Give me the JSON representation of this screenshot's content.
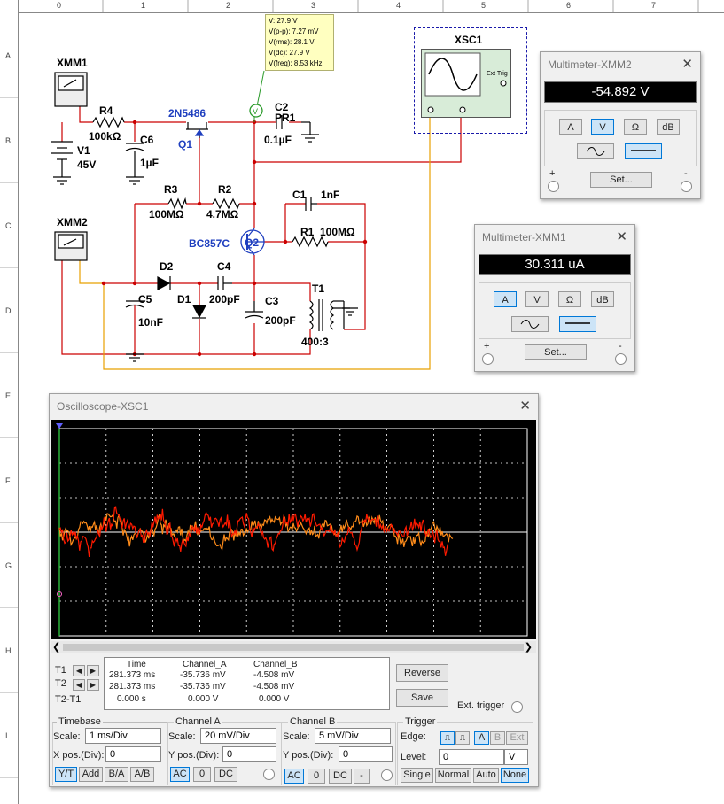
{
  "ruler": {
    "cols": [
      "0",
      "1",
      "2",
      "3",
      "4",
      "5",
      "6",
      "7"
    ],
    "rows": [
      "A",
      "B",
      "C",
      "D",
      "E",
      "F",
      "G",
      "H",
      "I"
    ]
  },
  "schematic": {
    "probe": {
      "lines": [
        "V: 27.9 V",
        "V(p-p): 7.27 mV",
        "V(rms): 28.1 V",
        "V(dc): 27.9 V",
        "V(freq): 8.53 kHz"
      ]
    },
    "labels": {
      "xmm1": "XMM1",
      "xmm2": "XMM2",
      "xsc1": "XSC1",
      "r4": "R4",
      "r4v": "100kΩ",
      "v1": "V1",
      "v1v": "45V",
      "c6": "C6",
      "c6v": "1µF",
      "q1t": "2N5486",
      "q1": "Q1",
      "c2": "C2",
      "pr1": "PR1",
      "c2v": "0.1µF",
      "r3": "R3",
      "r3v": "100MΩ",
      "r2": "R2",
      "r2v": "4.7MΩ",
      "c1": "C1",
      "c1v": "1nF",
      "q2t": "BC857C",
      "q2": "Q2",
      "r1": "R1",
      "r1v": "100MΩ",
      "d2": "D2",
      "c4": "C4",
      "c4v": "200pF",
      "d1": "D1",
      "c5": "C5",
      "c5v": "10nF",
      "c3": "C3",
      "c3v": "200pF",
      "t1": "T1",
      "t1v": "400:3",
      "exttrig": "Ext Trig",
      "pv": "V"
    },
    "colors": {
      "wire": "#cc0000",
      "scope_wire": "#e8a000",
      "part": "#000000",
      "transistor": "#1f3fbf",
      "probe_ring": "#2a9a2a"
    }
  },
  "xmm2": {
    "title": "Multimeter-XMM2",
    "reading": "-54.892 V",
    "buttons": [
      "A",
      "V",
      "Ω",
      "dB"
    ],
    "active": "V",
    "set_label": "Set...",
    "plus": "+",
    "minus": "-"
  },
  "xmm1": {
    "title": "Multimeter-XMM1",
    "reading": "30.311 uA",
    "buttons": [
      "A",
      "V",
      "Ω",
      "dB"
    ],
    "active": "A",
    "set_label": "Set...",
    "plus": "+",
    "minus": "-"
  },
  "scope": {
    "title": "Oscilloscope-XSC1",
    "table": {
      "headers": [
        "Time",
        "Channel_A",
        "Channel_B"
      ],
      "rows": [
        {
          "label": "T1",
          "time": "281.373 ms",
          "a": "-35.736 mV",
          "b": "-4.508 mV"
        },
        {
          "label": "T2",
          "time": "281.373 ms",
          "a": "-35.736 mV",
          "b": "-4.508 mV"
        },
        {
          "label": "T2-T1",
          "time": "0.000 s",
          "a": "0.000 V",
          "b": "0.000 V"
        }
      ]
    },
    "reverse": "Reverse",
    "save": "Save",
    "ext_trigger": "Ext. trigger",
    "timebase": {
      "title": "Timebase",
      "scale_label": "Scale:",
      "scale": "1 ms/Div",
      "xpos_label": "X pos.(Div):",
      "xpos": "0",
      "modes": [
        "Y/T",
        "Add",
        "B/A",
        "A/B"
      ]
    },
    "channel_a": {
      "title": "Channel A",
      "scale_label": "Scale:",
      "scale": "20 mV/Div",
      "ypos_label": "Y pos.(Div):",
      "ypos": "0",
      "coupling": [
        "AC",
        "0",
        "DC"
      ]
    },
    "channel_b": {
      "title": "Channel B",
      "scale_label": "Scale:",
      "scale": "5 mV/Div",
      "ypos_label": "Y pos.(Div):",
      "ypos": "0",
      "coupling": [
        "AC",
        "0",
        "DC",
        "-"
      ]
    },
    "trigger": {
      "title": "Trigger",
      "edge_label": "Edge:",
      "sources": [
        "A",
        "B",
        "Ext"
      ],
      "level_label": "Level:",
      "level": "0",
      "level_unit": "V",
      "modes": [
        "Single",
        "Normal",
        "Auto",
        "None"
      ],
      "active_mode": "None"
    },
    "colors": {
      "channel_a": "#ff1a00",
      "channel_b": "#ff8c1a",
      "grid": "#ffffff",
      "cursor": "#2ecc40"
    }
  }
}
